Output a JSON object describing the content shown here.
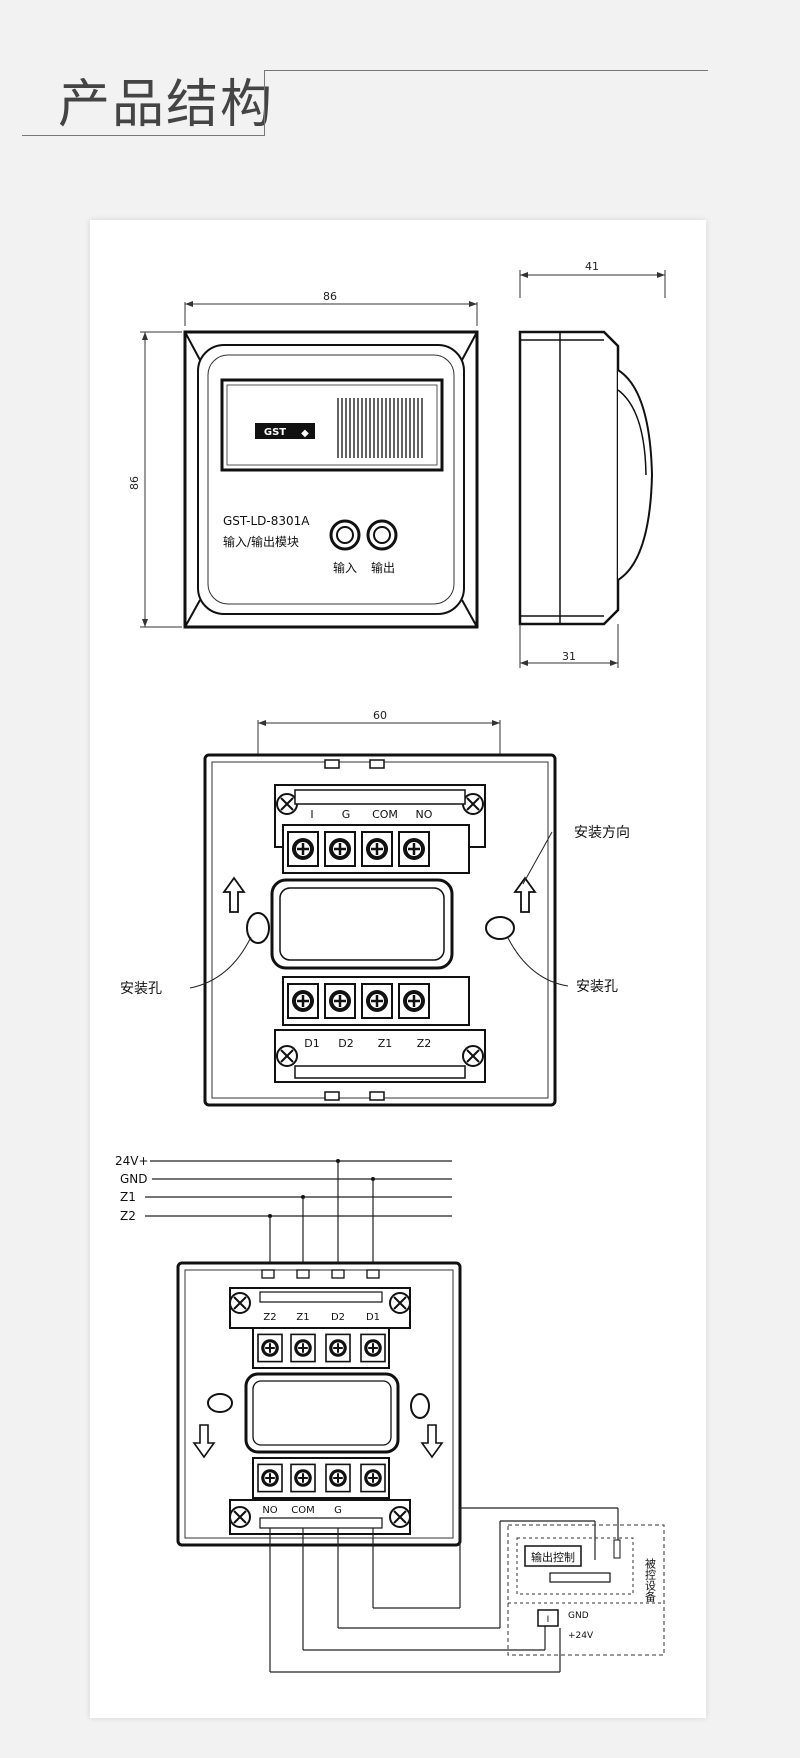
{
  "header": {
    "title": "产品结构"
  },
  "front_view": {
    "width_dim": "86",
    "height_dim": "86",
    "model": "GST-LD-8301A",
    "name": "输入/输出模块",
    "logo": "GST",
    "led_input_label": "输入",
    "led_output_label": "输出"
  },
  "side_view": {
    "depth_dim": "41",
    "base_dim": "31"
  },
  "back_view": {
    "hole_spacing_dim": "60",
    "top_terminals": [
      "I",
      "G",
      "COM",
      "NO"
    ],
    "bottom_terminals": [
      "D1",
      "D2",
      "Z1",
      "Z2"
    ],
    "install_direction_label": "安装方向",
    "mount_hole_label_left": "安装孔",
    "mount_hole_label_right": "安装孔"
  },
  "wiring": {
    "bus_lines": [
      "24V+",
      "GND",
      "Z1",
      "Z2"
    ],
    "top_terminals": [
      "Z2",
      "Z1",
      "D2",
      "D1"
    ],
    "bottom_terminals": [
      "NO",
      "COM",
      "G"
    ],
    "output_control_label": "输出控制",
    "device_label": "被控设备",
    "gnd_label": "GND",
    "plus24_label": "+24V"
  }
}
